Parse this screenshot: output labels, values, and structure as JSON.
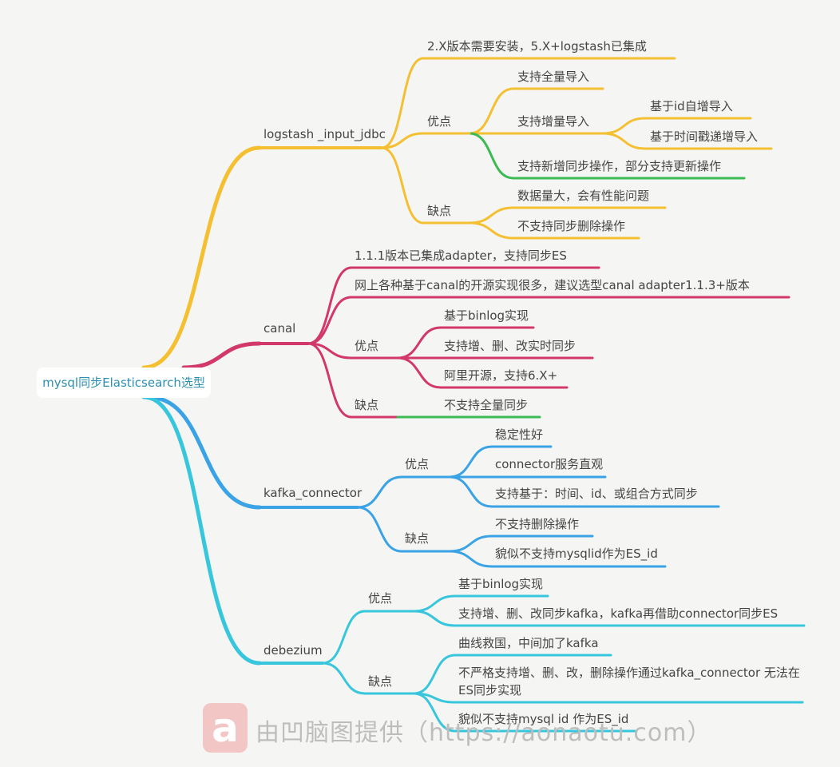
{
  "root": {
    "label": "mysql同步Elasticsearch选型"
  },
  "branches": {
    "logstash": {
      "label": "logstash _input_jdbc",
      "version_note": "2.X版本需要安装，5.X+logstash已集成",
      "pros_label": "优点",
      "pros": {
        "full_import": "支持全量导入",
        "incremental_import": "支持增量导入",
        "by_id": "基于id自增导入",
        "by_timestamp": "基于时间戳递增导入",
        "insert_sync": "支持新增同步操作，部分支持更新操作"
      },
      "cons_label": "缺点",
      "cons": {
        "performance": "数据量大，会有性能问题",
        "no_delete": "不支持同步删除操作"
      }
    },
    "canal": {
      "label": "canal",
      "note_version": "1.1.1版本已集成adapter，支持同步ES",
      "note_recommend": "网上各种基于canal的开源实现很多，建议选型canal adapter1.1.3+版本",
      "pros_label": "优点",
      "pros": {
        "binlog": "基于binlog实现",
        "realtime": "支持增、删、改实时同步",
        "alibaba": "阿里开源，支持6.X+"
      },
      "cons_label": "缺点",
      "cons": {
        "no_full": "不支持全量同步"
      }
    },
    "kafka_connector": {
      "label": "kafka_connector",
      "pros_label": "优点",
      "pros": {
        "stable": "稳定性好",
        "intuitive": "connector服务直观",
        "modes": "支持基于：时间、id、或组合方式同步"
      },
      "cons_label": "缺点",
      "cons": {
        "no_delete": "不支持删除操作",
        "no_id": "貌似不支持mysqlid作为ES_id"
      }
    },
    "debezium": {
      "label": "debezium",
      "pros_label": "优点",
      "pros": {
        "binlog": "基于binlog实现",
        "via_kafka": "支持增、删、改同步kafka，kafka再借助connector同步ES"
      },
      "cons_label": "缺点",
      "cons": {
        "workaround": "曲线救国，中间加了kafka",
        "not_strict": "不严格支持增、删、改，删除操作通过kafka_connector 无法在ES同步实现",
        "no_id": "貌似不支持mysql id 作为ES_id"
      }
    }
  },
  "watermark": {
    "logo_letter": "a",
    "text": "由凹脑图提供（https://aonaotu.com）"
  },
  "colors": {
    "logstash": "#f5bf32",
    "canal": "#d2386a",
    "kafka_connector": "#3aa3e6",
    "debezium": "#38c6dc",
    "highlight": "#3cba54",
    "root_text": "#2c8fb0",
    "text": "#444444",
    "watermark": "#f0b2b2"
  }
}
